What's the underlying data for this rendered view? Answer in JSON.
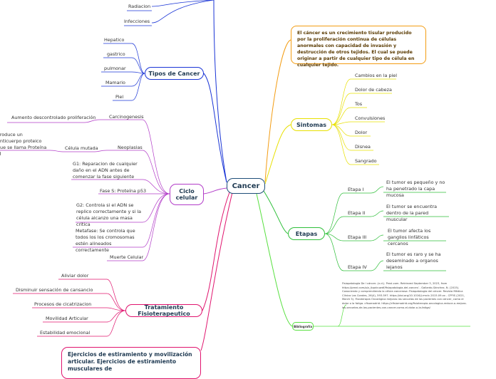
{
  "central": "Cancer",
  "definition": "El cáncer es un crecimiento tisular producido por la proliferación continua de células anormales con capacidad de invasión y destrucción de otros tejidos. El cual se puede originar a partir de cualquier tipo de célula en cualquier tejido.",
  "treatments_partial": [
    "Radiacion",
    "Infecciones"
  ],
  "tipos": {
    "title": "Tipos de Cancer",
    "items": [
      "Hepatico",
      "gastrico",
      "pulmonar",
      "Mamario",
      "Piel"
    ]
  },
  "ciclo": {
    "title": "Ciclo celular",
    "carcinogenesis": "Carcinogenesis",
    "aumento": "Aumento descontrolado proliferación",
    "neoplasias": "Neoplasias",
    "produce": "Produce un anticuerpo proteico que se llama Proteína M",
    "celula_mutada": "Célula mutada",
    "g1": "G1: Reparacion de cualquier daño en el ADN antes de comenzar la fase siguiente",
    "fase_s": "Fase S: Proteína p53",
    "g2": "G2: Controla si el ADN se replico correctamente y si la célula alcanzo una masa critica",
    "metafase": "Metafase: Se controla que todos los los cromosomas estén alineados correctamente",
    "muerte": "Muerte Celular"
  },
  "fisio": {
    "title": "Tratamiento Fisioterapeutico",
    "items": [
      "Aliviar dolor",
      "Disminuir sensación de cansancio",
      "Procesos de cicatrizacion",
      "Movilidad Articular",
      "Estabilidad emocional"
    ]
  },
  "ejercicios": "Ejercicios de estiramiento y movilización articular. Ejercicios de estiramiento musculares de",
  "sintomas": {
    "title": "Sintomas",
    "items": [
      "Cambios en la piel",
      "Dolor de cabeza",
      "Tos",
      "Convulsiones",
      "Dolor",
      "Disnea",
      "Sangrado"
    ]
  },
  "etapas": {
    "title": "Etapas",
    "stages": [
      {
        "label": "Etapa I",
        "desc": "El tumor es pequeño y no ha penetrado la capa mucosa"
      },
      {
        "label": "Etapa II",
        "desc": "El tumor se encuentra dentro de la pared muscular"
      },
      {
        "label": "Etapa III",
        "desc": "El tumor afecta los ganglios linfáticos cercanos"
      },
      {
        "label": "Etapa IV",
        "desc": "El tumor es raro y se ha deseminado a organos lejanos"
      }
    ]
  },
  "bibliografia": {
    "title": "Bibliografía",
    "text": "Fisiopatología De l cáncer. (n.d.). Prezi.com. Retrieved September 3, 2023, from https://prezi.com/p/x_fppdcuwdf/fisiopatologia-del-cancer/ - Gallardo-Sánchez, N. (2015). Conociendo y comprendiendo la célula cancerosa: Fisiopatología del cáncer. Revista Médica Clínica Las Condes, 26(4), 593-597. https://doi.org/10.1016/j.rmclc.2015.09.xx - CPFIS (2021, March 5). Fisioterapia Oncológica mejoras las secuelas de los pacientes con cáncer, como el dolor o la fatiga. cfisomadrid. https://cfisiomadrid.org/fisioterapia-oncologica-reduce-o-mejora-las-secuelas-de-los-pacientes-con-cancer-como-el-dolor-o-la-fatiga/"
  },
  "colors": {
    "central_border": "#1f4e79",
    "tipos": "#1a35d6",
    "ciclo": "#b23cc8",
    "fisio": "#e0146e",
    "sintomas": "#e8e000",
    "etapas": "#2fbf3a",
    "definition": "#f39c12",
    "biblio": "#58e040"
  }
}
